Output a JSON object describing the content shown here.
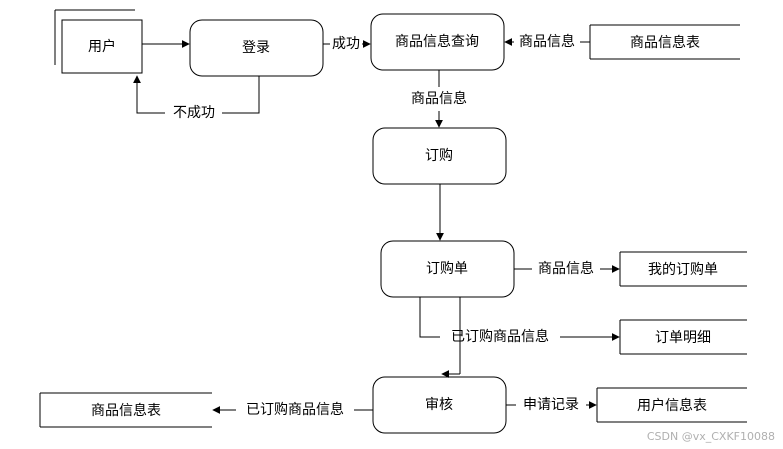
{
  "diagram": {
    "entities": {
      "user": "用户"
    },
    "processes": {
      "login": "登录",
      "product_query": "商品信息查询",
      "order": "订购",
      "order_form": "订购单",
      "review": "审核"
    },
    "data_stores": {
      "product_info_table_top": "商品信息表",
      "my_orders": "我的订购单",
      "order_detail": "订单明细",
      "user_info_table": "用户信息表",
      "product_info_table_bottom": "商品信息表"
    },
    "flows": {
      "success": "成功",
      "fail": "不成功",
      "store_to_query": "商品信息",
      "query_to_order": "商品信息",
      "orderform_to_myorders": "商品信息",
      "orderform_to_detail": "已订购商品信息",
      "review_to_user_table": "申请记录",
      "review_to_product_table": "已订购商品信息"
    }
  },
  "watermark": "CSDN @vx_CXKF10088"
}
